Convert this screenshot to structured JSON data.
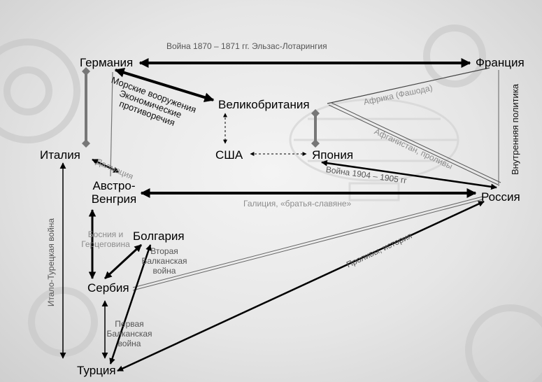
{
  "nodes": {
    "germany": "Германия",
    "france": "Франция",
    "britain": "Великобритания",
    "usa": "США",
    "japan": "Япония",
    "italy": "Италия",
    "austria_line1": "Австро-",
    "austria_line2": "Венгрия",
    "russia": "Россия",
    "bulgaria": "Болгария",
    "serbia": "Сербия",
    "turkey": "Турция"
  },
  "labels": {
    "war_1870": "Война 1870 – 1871 гг. Эльзас-Лотарингия",
    "naval_1": "Морские вооружения",
    "naval_2": "Экономические",
    "naval_3": "противоречия",
    "inner_policy": "Внутренняя политика",
    "africa": "Африка (Фашода)",
    "afghanistan": "Афганистан, проливы",
    "war_1904": "Война 1904 – 1905 гг",
    "dalmatia": "Далмация",
    "galicia": "Галиция, «братья-славяне»",
    "italo_turk": "Итало-Турецкая война",
    "bosnia_1": "Босния и",
    "bosnia_2": "Герцеговина",
    "second_balkan_1": "Вторая",
    "second_balkan_2": "Балканская",
    "second_balkan_3": "война",
    "first_balkan_1": "Первая",
    "first_balkan_2": "Балканская",
    "first_balkan_3": "война",
    "straits": "Проливы, история"
  },
  "colors": {
    "arrow_black": "#000000",
    "arrow_gray": "#777777",
    "label_dark": "#555555",
    "label_light": "#8c8c8c"
  }
}
